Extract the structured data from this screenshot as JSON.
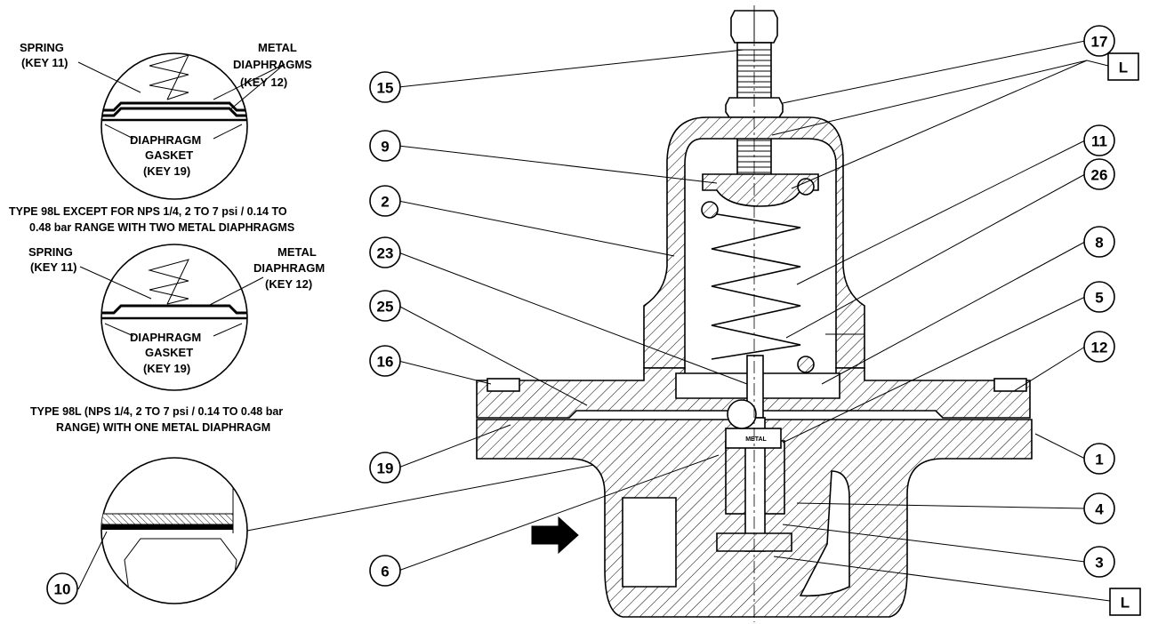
{
  "detail_top": {
    "spring_label": [
      "SPRING",
      "(KEY 11)"
    ],
    "diaphragms_label": [
      "METAL",
      "DIAPHRAGMS",
      "(KEY 12)"
    ],
    "gasket_label": [
      "DIAPHRAGM",
      "GASKET",
      "(KEY 19)"
    ],
    "caption": [
      "TYPE 98L EXCEPT FOR NPS 1/4, 2 TO 7 psi / 0.14 TO",
      "0.48 bar RANGE WITH TWO METAL DIAPHRAGMS"
    ]
  },
  "detail_middle": {
    "spring_label": [
      "SPRING",
      "(KEY 11)"
    ],
    "diaphragm_label": [
      "METAL",
      "DIAPHRAGM",
      "(KEY 12)"
    ],
    "gasket_label": [
      "DIAPHRAGM",
      "GASKET",
      "(KEY 19)"
    ],
    "caption": [
      "TYPE 98L (NPS 1/4, 2 TO 7 psi / 0.14 TO 0.48 bar",
      "RANGE) WITH ONE METAL DIAPHRAGM"
    ]
  },
  "detail_bottom": {
    "callout": "10"
  },
  "main": {
    "inner_label": "METAL",
    "callouts_left": [
      "15",
      "9",
      "2",
      "23",
      "25",
      "16",
      "19",
      "6"
    ],
    "callouts_right": [
      "17",
      "L",
      "11",
      "26",
      "8",
      "5",
      "12",
      "1",
      "4",
      "3",
      "L"
    ]
  }
}
